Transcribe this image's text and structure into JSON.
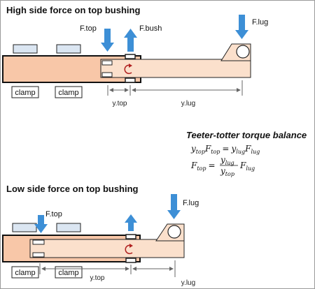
{
  "top_panel": {
    "title": "High side force on top bushing",
    "label_ftop": "F.top",
    "label_fbush": "F.bush",
    "label_flug": "F.lug",
    "clamp_label_left": "clamp",
    "clamp_label_right": "clamp",
    "dim_ytop": "y.top",
    "dim_ylug": "y.lug"
  },
  "equation_block": {
    "title": "Teeter-totter torque balance",
    "eq1": {
      "lhs_var": "y",
      "lhs_var_sub": "top",
      "lhs_force": "F",
      "lhs_force_sub": "top",
      "equals": "=",
      "rhs_var": "y",
      "rhs_var_sub": "lug",
      "rhs_force": "F",
      "rhs_force_sub": "lug"
    },
    "eq2": {
      "lhs_force": "F",
      "lhs_force_sub": "top",
      "equals": "=",
      "num_var": "y",
      "num_sub": "lug",
      "den_var": "y",
      "den_sub": "top",
      "rhs_force": "F",
      "rhs_force_sub": "lug"
    }
  },
  "bottom_panel": {
    "title": "Low side force on top bushing",
    "label_ftop": "F.top",
    "label_flug": "F.lug",
    "clamp_label_left": "clamp",
    "clamp_label_right": "clamp",
    "dim_ytop": "y.top",
    "dim_ylug": "y.lug"
  },
  "colors": {
    "arrow": "#3d8fd6",
    "pin_fill": "#fbe0cc",
    "post_fill": "#f8c7a8",
    "rotation": "#b02020",
    "clamp_block": "#dbe6f2"
  }
}
